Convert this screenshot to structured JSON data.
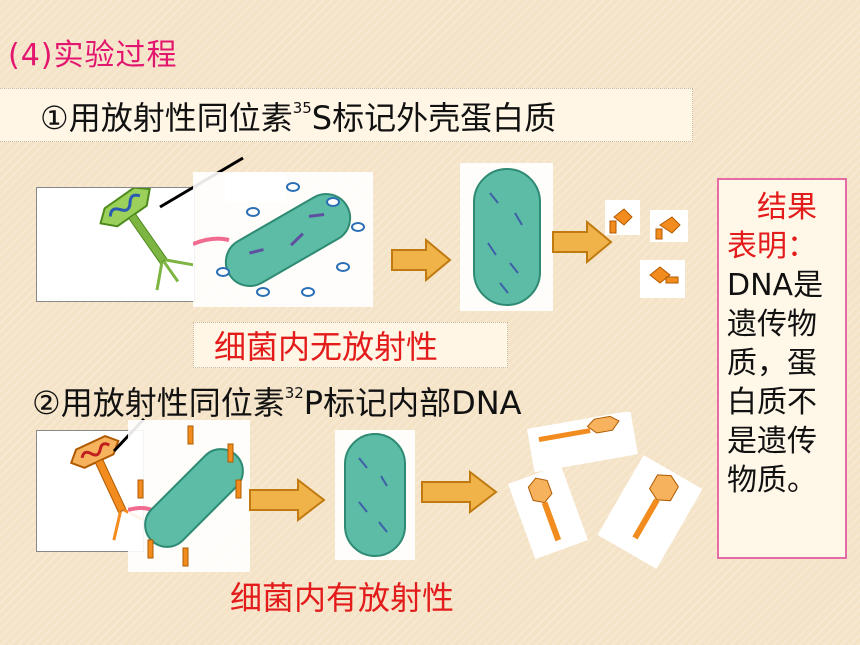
{
  "title": "(4)实验过程",
  "step1": {
    "text": "①用放射性同位素",
    "isotope": "35",
    "suffix": "S标记外壳蛋白质"
  },
  "result1": "细菌内无放射性",
  "step2": {
    "text": "②用放射性同位素",
    "isotope": "32",
    "suffix": "P标记内部DNA"
  },
  "result2": "细菌内有放射性",
  "conclusion": {
    "heading_line1": "结果",
    "heading_line2": "表明：",
    "body": "DNA是遗传物质，蛋白质不是遗传物质。"
  },
  "colors": {
    "title": "#e3166f",
    "result": "#e31b1b",
    "phage_green": "#7db542",
    "phage_orange": "#f28c1e",
    "bacterium": "#4fb3a3",
    "arrow": "#f0a020"
  }
}
